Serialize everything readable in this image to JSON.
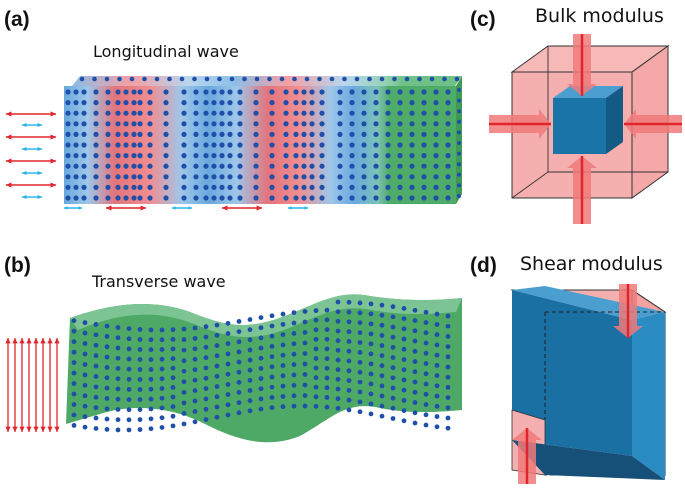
{
  "panels": {
    "a": {
      "label": "(a)",
      "title": "Longitudinal wave"
    },
    "b": {
      "label": "(b)",
      "title": "Transverse wave"
    },
    "c": {
      "label": "(c)",
      "title": "Bulk modulus"
    },
    "d": {
      "label": "(d)",
      "title": "Shear modulus"
    }
  },
  "colors": {
    "atom": "#1f4fa8",
    "lattice_green": "#4daa62",
    "compression_red": "#d9606a",
    "rarefaction_blue": "#7fb4dd",
    "arrow_red": "#e0252c",
    "arrow_cyan": "#29b6e8",
    "cube_pink": "#f4a3a3",
    "cube_blue": "#1a74a8"
  },
  "icons": [
    "double-headed-arrow-icon",
    "compression-arrow-icon"
  ]
}
